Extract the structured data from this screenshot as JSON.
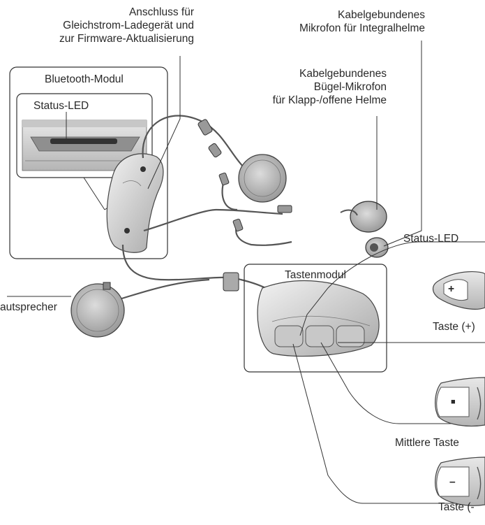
{
  "labels": {
    "dc_port": [
      "Anschluss für",
      "Gleichstrom-Ladegerät und",
      "zur Firmware-Aktualisierung"
    ],
    "integral_mic": [
      "Kabelgebundenes",
      "Mikrofon für Integralhelme"
    ],
    "boom_mic": [
      "Kabelgebundenes",
      "Bügel-Mikrofon",
      "für Klapp-/offene Helme"
    ],
    "bluetooth_module": "Bluetooth-Modul",
    "status_led_inset": "Status-LED",
    "status_led_right": "Status-LED",
    "speaker": "autsprecher",
    "button_module": "Tastenmodul",
    "btn_plus": "Taste (+)",
    "btn_middle": "Mittlere Taste",
    "btn_minus": "Taste (-"
  },
  "icons": {
    "plus": "+",
    "middle": "■",
    "minus": "–"
  },
  "colors": {
    "line": "#333333",
    "device_fill": "#d9d9d9",
    "speaker_fill": "#bdbdbd"
  }
}
